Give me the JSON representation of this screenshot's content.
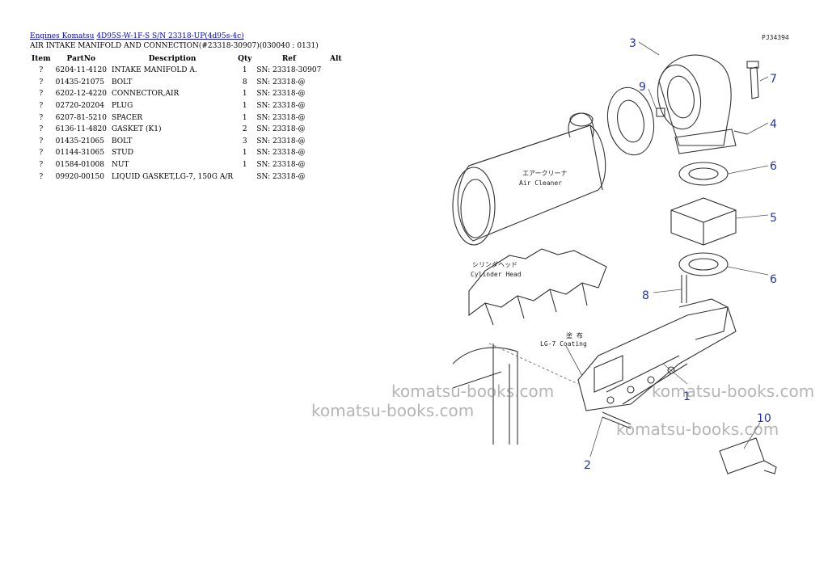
{
  "breadcrumb": {
    "link1": "Engines Komatsu",
    "link2": "4D95S-W-1F-S S/N 23318-UP(4d95s-4c)"
  },
  "title": "AIR INTAKE MANIFOLD AND CONNECTION(#23318-30907)(030040 : 0131)",
  "table": {
    "headers": [
      "Item",
      "PartNo",
      "Description",
      "Qty",
      "Ref",
      "Alt"
    ],
    "rows": [
      [
        "?",
        "6204-11-4120",
        "INTAKE MANIFOLD A.",
        "1",
        "SN: 23318-30907",
        ""
      ],
      [
        "?",
        "01435-21075",
        "BOLT",
        "8",
        "SN: 23318-@",
        ""
      ],
      [
        "?",
        "6202-12-4220",
        "CONNECTOR,AIR",
        "1",
        "SN: 23318-@",
        ""
      ],
      [
        "?",
        "02720-20204",
        "PLUG",
        "1",
        "SN: 23318-@",
        ""
      ],
      [
        "?",
        "6207-81-5210",
        "SPACER",
        "1",
        "SN: 23318-@",
        ""
      ],
      [
        "?",
        "6136-11-4820",
        "GASKET (K1)",
        "2",
        "SN: 23318-@",
        ""
      ],
      [
        "?",
        "01435-21065",
        "BOLT",
        "3",
        "SN: 23318-@",
        ""
      ],
      [
        "?",
        "01144-31065",
        "STUD",
        "1",
        "SN: 23318-@",
        ""
      ],
      [
        "?",
        "01584-01008",
        "NUT",
        "1",
        "SN: 23318-@",
        ""
      ],
      [
        "?",
        "09920-00150",
        "LIQUID GASKET,LG-7, 150G A/R",
        "",
        "SN: 23318-@",
        ""
      ]
    ]
  },
  "diagram": {
    "code": "PJ34394",
    "callouts": [
      "3",
      "7",
      "9",
      "4",
      "6",
      "5",
      "6",
      "8",
      "1",
      "2",
      "10"
    ],
    "label_air_cleaner_jp": "エアークリーナ",
    "label_air_cleaner": "Air Cleaner",
    "label_cylinder_head_jp": "シリンダヘッド",
    "label_cylinder_head": "Cylinder Head",
    "label_coating_jp": "塗 布",
    "label_coating": "LG-7 Coating"
  },
  "watermarks": [
    "komatsu-books.com",
    "komatsu-books.com",
    "komatsu-books.com",
    "komatsu-books.com"
  ]
}
